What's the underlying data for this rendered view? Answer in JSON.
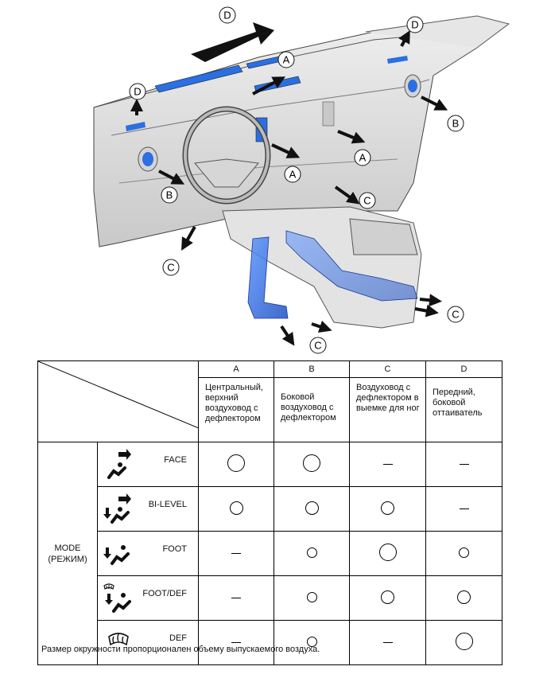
{
  "callouts": {
    "A": "A",
    "B": "B",
    "C": "C",
    "D": "D"
  },
  "colors": {
    "duct_blue": "#2b6fe0",
    "dash_gray": "#dcdcdc",
    "line": "#000000"
  },
  "table": {
    "columns": [
      {
        "letter": "A",
        "desc": [
          "Центральный,",
          "верхний",
          "воздуховод с",
          "дефлектором"
        ]
      },
      {
        "letter": "B",
        "desc": [
          "Боковой",
          "воздуховод с",
          "дефлектором"
        ]
      },
      {
        "letter": "C",
        "desc": [
          "Воздуховод с",
          "дефлектором в",
          "выемке для ног"
        ]
      },
      {
        "letter": "D",
        "desc": [
          "Передний,",
          "боковой",
          "оттаиватель"
        ]
      }
    ],
    "row_group_label": [
      "MODE",
      "(РЕЖИМ)"
    ],
    "rows": [
      {
        "mode": "FACE",
        "icon": "face-mode-icon",
        "values": [
          "large",
          "large",
          "none",
          "none"
        ]
      },
      {
        "mode": "BI-LEVEL",
        "icon": "bi-level-mode-icon",
        "values": [
          "medium",
          "medium",
          "medium",
          "none"
        ]
      },
      {
        "mode": "FOOT",
        "icon": "foot-mode-icon",
        "values": [
          "none",
          "small",
          "large",
          "small"
        ]
      },
      {
        "mode": "FOOT/DEF",
        "icon": "foot-def-mode-icon",
        "values": [
          "none",
          "small",
          "medium",
          "medium"
        ]
      },
      {
        "mode": "DEF",
        "icon": "def-mode-icon",
        "values": [
          "none",
          "small",
          "none",
          "large"
        ]
      }
    ]
  },
  "footnote": "Размер окружности пропорционален объему выпускаемого воздуха."
}
